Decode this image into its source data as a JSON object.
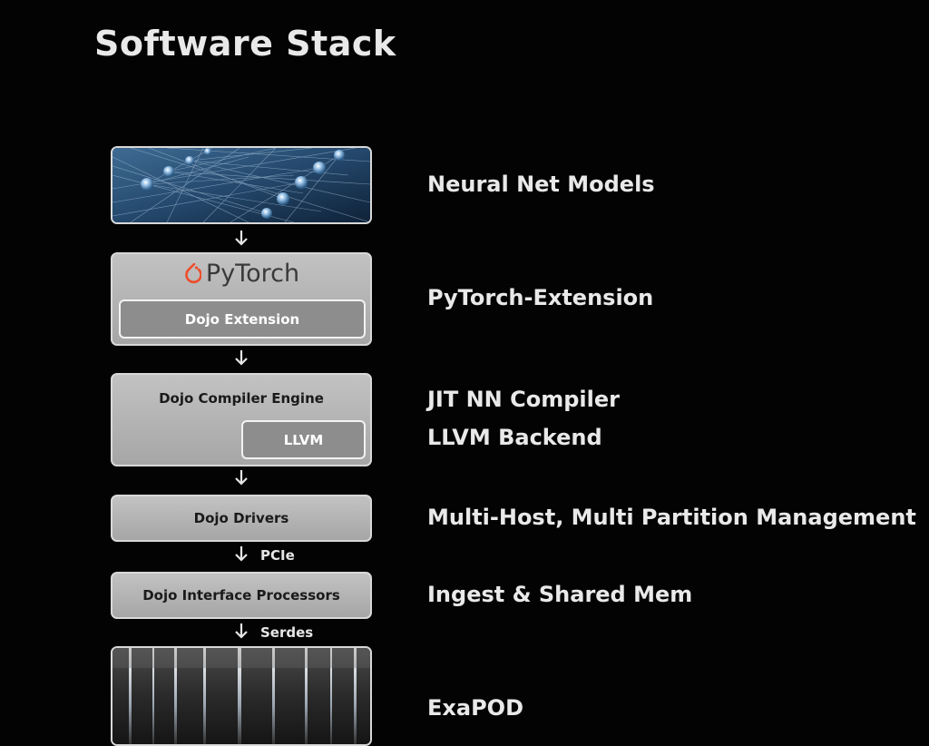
{
  "title": "Software Stack",
  "stack": {
    "pytorch_logo_text": "PyTorch",
    "dojo_extension": "Dojo Extension",
    "compiler_engine": "Dojo Compiler Engine",
    "llvm": "LLVM",
    "drivers": "Dojo Drivers",
    "interface_processors": "Dojo Interface Processors",
    "link_pcie": "PCIe",
    "link_serdes": "Serdes"
  },
  "descriptions": [
    "Neural Net Models",
    "PyTorch-Extension",
    "JIT NN Compiler",
    "LLVM Backend",
    "Multi-Host, Multi Partition Management",
    "Ingest & Shared Mem",
    "ExaPOD"
  ],
  "colors": {
    "background": "#030303",
    "box_fill": "#b4b4b4",
    "pytorch_brand": "#ee4c2c"
  }
}
